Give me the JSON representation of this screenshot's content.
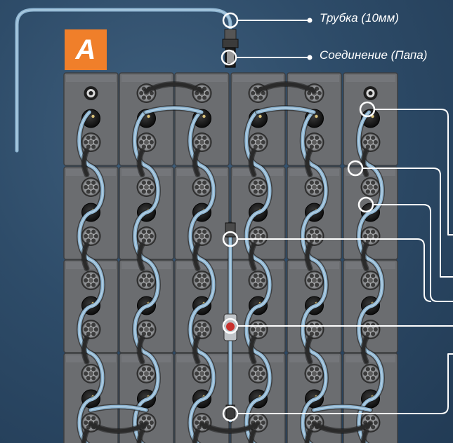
{
  "badge": "A",
  "labels": {
    "tube": "Трубка (10мм)",
    "connector": "Соединение (Папа)"
  },
  "colors": {
    "background": "#2e4c69",
    "battery": "#6b6d70",
    "tube": "#8fb6d3",
    "badge": "#f07f2a",
    "callout": "#ffffff"
  },
  "grid": {
    "columns": 6,
    "rows": 4
  }
}
